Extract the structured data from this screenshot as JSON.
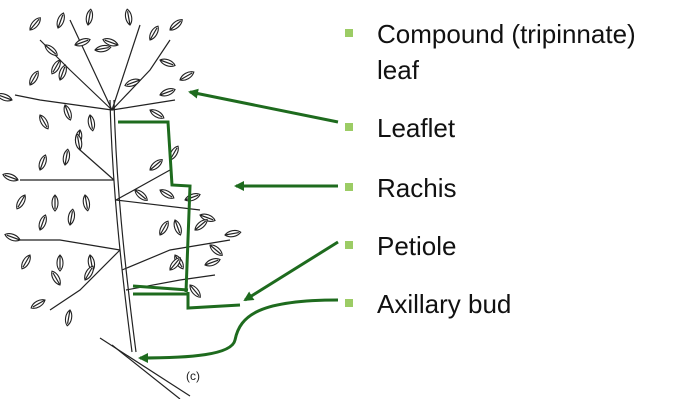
{
  "labels": [
    {
      "id": "compound-leaf",
      "text_lines": [
        "Compound (tripinnate)",
        "leaf"
      ]
    },
    {
      "id": "leaflet",
      "text_lines": [
        "Leaflet"
      ]
    },
    {
      "id": "rachis",
      "text_lines": [
        "Rachis"
      ]
    },
    {
      "id": "petiole",
      "text_lines": [
        "Petiole"
      ]
    },
    {
      "id": "axillary-bud",
      "text_lines": [
        "Axillary bud"
      ]
    }
  ],
  "figure_caption": "(c)",
  "colors": {
    "arrow": "#1e6b1e",
    "bullet": "#9ccc65",
    "text": "#111111",
    "drawing": "#222222"
  }
}
